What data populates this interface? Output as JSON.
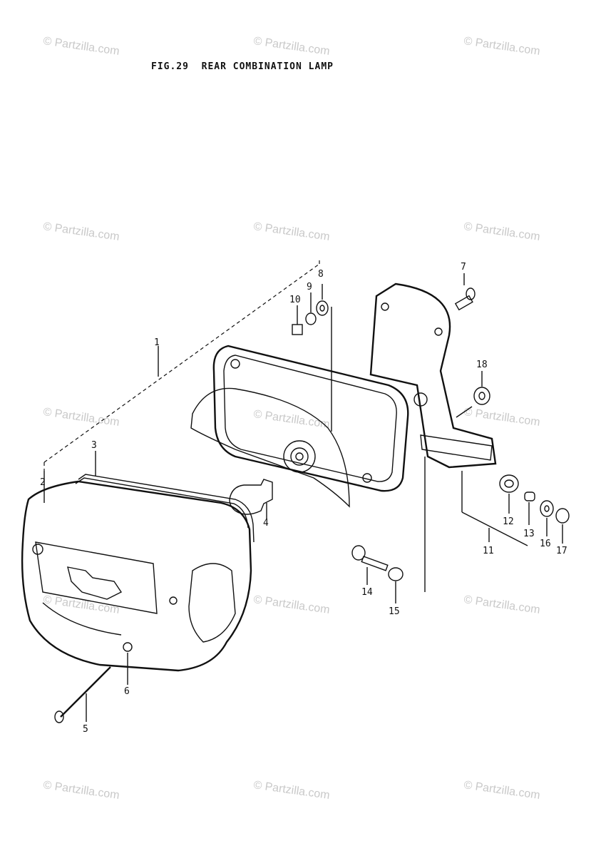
{
  "title": "FIG.29  REAR COMBINATION LAMP",
  "watermark": "© Partzilla.com",
  "callouts": [
    "1",
    "2",
    "3",
    "4",
    "5",
    "6",
    "7",
    "8",
    "9",
    "10",
    "11",
    "12",
    "13",
    "14",
    "15",
    "16",
    "17",
    "18"
  ]
}
